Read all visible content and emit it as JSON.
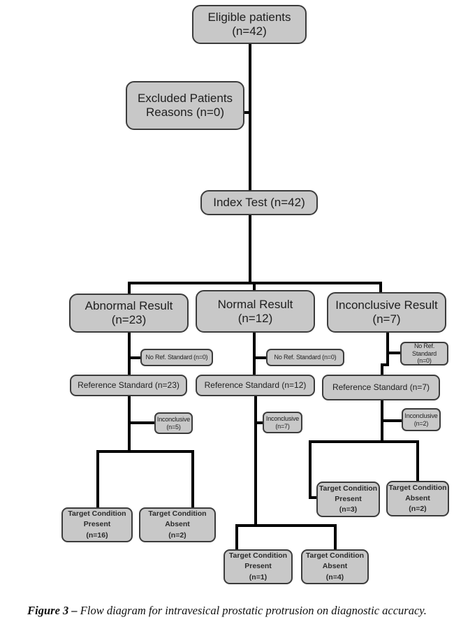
{
  "diagram": {
    "eligible": {
      "line1": "Eligible patients",
      "line2": "(n=42)"
    },
    "excluded": {
      "line1": "Excluded Patients",
      "line2": "Reasons (n=0)"
    },
    "index_test": {
      "label": "Index Test (n=42)"
    },
    "branches": {
      "abnormal": {
        "result": {
          "line1": "Abnormal Result",
          "line2": "(n=23)"
        },
        "no_ref": {
          "label": "No Ref. Standard (n=0)"
        },
        "reference": {
          "label": "Reference Standard (n=23)"
        },
        "inconclusive": {
          "line1": "Inconclusive",
          "line2": "(n=5)"
        },
        "present": {
          "line1": "Target Condition",
          "line2": "Present",
          "line3": "(n=16)"
        },
        "absent": {
          "line1": "Target Condition",
          "line2": "Absent",
          "line3": "(n=2)"
        }
      },
      "normal": {
        "result": {
          "line1": "Normal Result",
          "line2": "(n=12)"
        },
        "no_ref": {
          "label": "No Ref. Standard (n=0)"
        },
        "reference": {
          "label": "Reference Standard (n=12)"
        },
        "inconclusive": {
          "line1": "Inconclusive",
          "line2": "(n=7)"
        },
        "present": {
          "line1": "Target Condition",
          "line2": "Present",
          "line3": "(n=1)"
        },
        "absent": {
          "line1": "Target Condition",
          "line2": "Absent",
          "line3": "(n=4)"
        }
      },
      "inconclusive": {
        "result": {
          "line1": "Inconclusive Result",
          "line2": "(n=7)"
        },
        "no_ref": {
          "line1": "No Ref. Standard",
          "line2": "(n=0)"
        },
        "reference": {
          "label": "Reference Standard (n=7)"
        },
        "inconclusive": {
          "line1": "Inconclusive",
          "line2": "(n=2)"
        },
        "present": {
          "line1": "Target Condition",
          "line2": "Present",
          "line3": "(n=3)"
        },
        "absent": {
          "line1": "Target Condition",
          "line2": "Absent",
          "line3": "(n=2)"
        }
      }
    }
  },
  "caption": {
    "label": "Figure 3 –",
    "text": " Flow diagram for intravesical prostatic protrusion on diagnostic accuracy."
  },
  "colors": {
    "box_fill": "#c8c8c8",
    "box_border": "#3c3c3c",
    "connector": "#000000"
  }
}
